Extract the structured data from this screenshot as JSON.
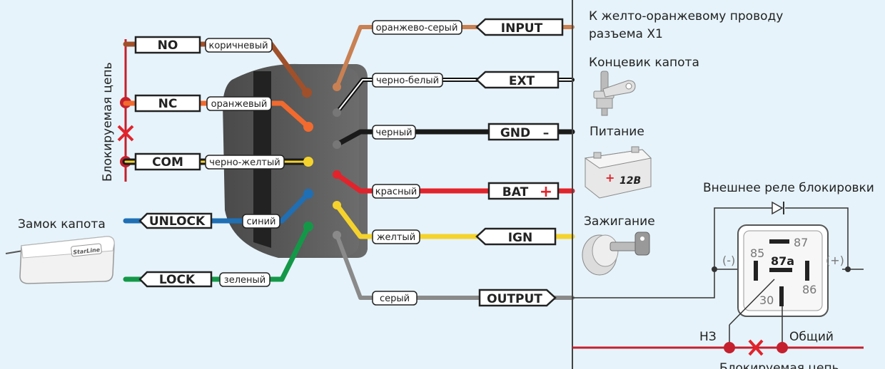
{
  "left": {
    "vertical_label": "Блокируемая цепь",
    "no": {
      "tag": "NO",
      "wire": "коричневый"
    },
    "nc": {
      "tag": "NC",
      "wire": "оранжевый"
    },
    "com": {
      "tag": "COM",
      "wire": "черно-желтый"
    },
    "unlock": {
      "tag": "UNLOCK",
      "wire": "синий"
    },
    "lock": {
      "tag": "LOCK",
      "wire": "зеленый"
    },
    "hood_lock_title": "Замок капота",
    "hood_lock_brand": "StarLine"
  },
  "right": {
    "input": {
      "tag": "INPUT",
      "wire": "оранжево-серый",
      "desc_line1": "К желто-оранжевому проводу",
      "desc_line2": "разъема X1"
    },
    "ext": {
      "tag": "EXT",
      "wire": "черно-белый",
      "desc": "Концевик капота"
    },
    "gnd": {
      "tag": "GND",
      "sign": "–",
      "wire": "черный",
      "desc": "Питание"
    },
    "bat": {
      "tag": "BAT",
      "sign": "+",
      "wire": "красный",
      "battery_label": "12В"
    },
    "ign": {
      "tag": "IGN",
      "wire": "желтый",
      "desc": "Зажигание"
    },
    "output": {
      "tag": "OUTPUT",
      "wire": "серый"
    }
  },
  "relay": {
    "title": "Внешнее реле блокировки",
    "minus": "(-)",
    "plus": "(+)",
    "pin85": "85",
    "pin87": "87",
    "pin87a": "87a",
    "pin86": "86",
    "pin30": "30",
    "nz": "НЗ",
    "common": "Общий",
    "circuit_label": "Блокируемая цепь"
  },
  "colors": {
    "background": "#e6f3fa",
    "brown": "#a0502a",
    "orange": "#f26a2e",
    "black": "#1a1a1a",
    "yellow": "#f5d32c",
    "blue": "#1f6fb5",
    "green": "#139848",
    "red": "#e2232b",
    "gray": "#8a8a8a",
    "orange_gray": "#c98052",
    "circuit_red": "#c5202e"
  }
}
